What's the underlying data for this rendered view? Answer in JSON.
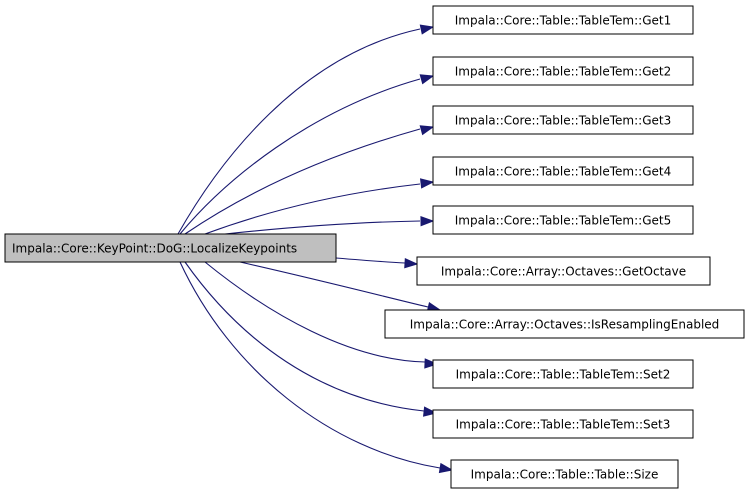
{
  "graph": {
    "edge_color": "#191970",
    "root": {
      "label": "Impala::Core::KeyPoint::DoG::LocalizeKeypoints",
      "fill": "#bfbfbf"
    },
    "callees": [
      {
        "label": "Impala::Core::Table::TableTem::Get1"
      },
      {
        "label": "Impala::Core::Table::TableTem::Get2"
      },
      {
        "label": "Impala::Core::Table::TableTem::Get3"
      },
      {
        "label": "Impala::Core::Table::TableTem::Get4"
      },
      {
        "label": "Impala::Core::Table::TableTem::Get5"
      },
      {
        "label": "Impala::Core::Array::Octaves::GetOctave"
      },
      {
        "label": "Impala::Core::Array::Octaves::IsResamplingEnabled"
      },
      {
        "label": "Impala::Core::Table::TableTem::Set2"
      },
      {
        "label": "Impala::Core::Table::TableTem::Set3"
      },
      {
        "label": "Impala::Core::Table::Table::Size"
      }
    ]
  }
}
